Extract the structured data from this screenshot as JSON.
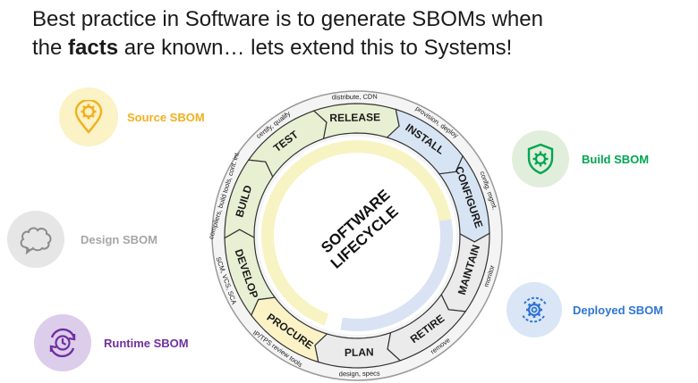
{
  "title": {
    "line1": "Best practice in Software is to generate SBOMs when",
    "line2_pre": "the ",
    "line2_bold": "facts",
    "line2_post": " are known… lets extend this to Systems!"
  },
  "sboms": {
    "source": {
      "label": "Source SBOM",
      "color": "#f2b01e",
      "bg": "#fbf2c6",
      "icon": "location-gear-icon"
    },
    "design": {
      "label": "Design SBOM",
      "color": "#a6a6a6",
      "bg": "#e6e6e6",
      "icon": "brain-icon"
    },
    "runtime": {
      "label": "Runtime SBOM",
      "color": "#7030a0",
      "bg": "#dccdeb",
      "icon": "clock-refresh-icon"
    },
    "build": {
      "label": "Build SBOM",
      "color": "#00a651",
      "bg": "#e2eedc",
      "icon": "shield-gear-icon"
    },
    "deployed": {
      "label": "Deployed SBOM",
      "color": "#2f75d6",
      "bg": "#dae6f6",
      "icon": "gear-cycle-icon"
    }
  },
  "wheel": {
    "center_line1": "SOFTWARE",
    "center_line2": "LIFECYCLE",
    "phases": [
      "DEVELOP",
      "BUILD",
      "TEST",
      "RELEASE",
      "INSTALL",
      "CONFIGURE",
      "MAINTAIN",
      "RETIRE",
      "PLAN",
      "PROCURE"
    ],
    "outer_labels": [
      "SCM, VCS, SCA",
      "compilers, build tools, cont. int.",
      "certify, qualify",
      "distribute, CDN",
      "provision, deploy",
      "config. mgmt.",
      "monitor",
      "remove",
      "design, specs",
      "IP/TPS review tools"
    ]
  }
}
